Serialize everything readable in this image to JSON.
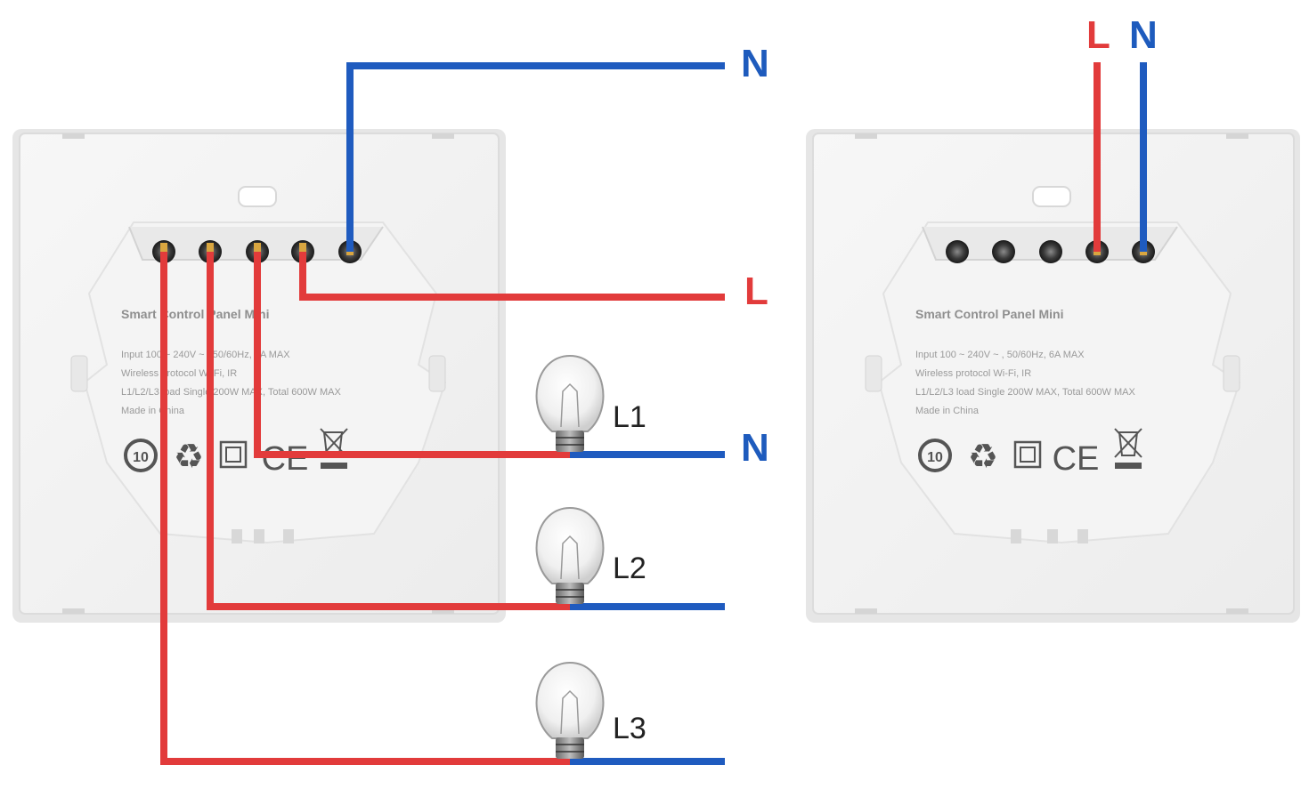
{
  "colors": {
    "live_wire": "#e23b3b",
    "neutral_wire": "#1f5bbf",
    "panel": "#f2f2f2",
    "panel_edge": "#e0e0e0"
  },
  "left_panel": {
    "title": "Smart Control Panel Mini",
    "specs": [
      "Input   100 ~ 240V ~ ,  50/60Hz,  6A MAX",
      "Wireless protocol   Wi-Fi, IR",
      "L1/L2/L3 load   Single 200W MAX,  Total 600W MAX",
      "Made in China"
    ],
    "icons": [
      "10-year-icon",
      "recycle-icon",
      "double-insulation-icon",
      "ce-mark-icon",
      "weee-bin-icon"
    ],
    "ce_text": "CE"
  },
  "right_panel": {
    "title": "Smart Control Panel Mini",
    "specs": [
      "Input   100 ~ 240V ~ ,  50/60Hz,  6A MAX",
      "Wireless protocol   Wi-Fi, IR",
      "L1/L2/L3 load   Single 200W MAX,  Total 600W MAX",
      "Made in China"
    ],
    "ce_text": "CE",
    "icon_10": "10"
  },
  "wire_labels": {
    "top_n": "N",
    "l": "L",
    "l1_n": "N",
    "right_l": "L",
    "right_n": "N"
  },
  "bulbs": [
    {
      "label": "L1"
    },
    {
      "label": "L2"
    },
    {
      "label": "L3"
    }
  ]
}
